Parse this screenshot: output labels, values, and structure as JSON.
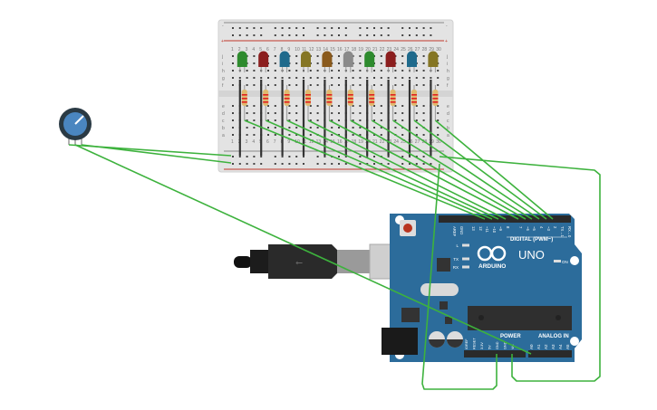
{
  "canvas": {
    "background": "#ffffff"
  },
  "breadboard": {
    "rail_minus": "-",
    "rail_plus": "+",
    "rows_top": [
      "j",
      "i",
      "h",
      "g",
      "f"
    ],
    "rows_bottom": [
      "e",
      "d",
      "c",
      "b",
      "a"
    ],
    "column_count": 30,
    "led_colors": [
      "#2e8b2e",
      "#8b1e1e",
      "#1f6a8c",
      "#857624",
      "#8a5a1c",
      "#8a8a8a",
      "#2e8b2e",
      "#8b1e1e",
      "#1f6a8c",
      "#857624"
    ]
  },
  "potentiometer": {
    "color": "#4a86c0"
  },
  "wire_color": "#3db23d",
  "arduino": {
    "brand": "ARDUINO",
    "model": "UNO",
    "digital_label": "DIGITAL (PWM~)",
    "power_label": "POWER",
    "analog_label": "ANALOG IN",
    "on_label": "ON",
    "led_labels": [
      "L",
      "TX",
      "RX"
    ],
    "digital_pins": [
      "AREF",
      "GND",
      "13",
      "12",
      "~11",
      "~10",
      "~9",
      "8",
      "7",
      "~6",
      "~5",
      "4",
      "~3",
      "2",
      "TX→1",
      "RX←0"
    ],
    "power_pins": [
      "IOREF",
      "RESET",
      "3.3V",
      "5V",
      "GND",
      "GND",
      "Vin"
    ],
    "analog_pins": [
      "A0",
      "A1",
      "A2",
      "A3",
      "A4",
      "A5"
    ],
    "board_color": "#2c6c9b"
  }
}
